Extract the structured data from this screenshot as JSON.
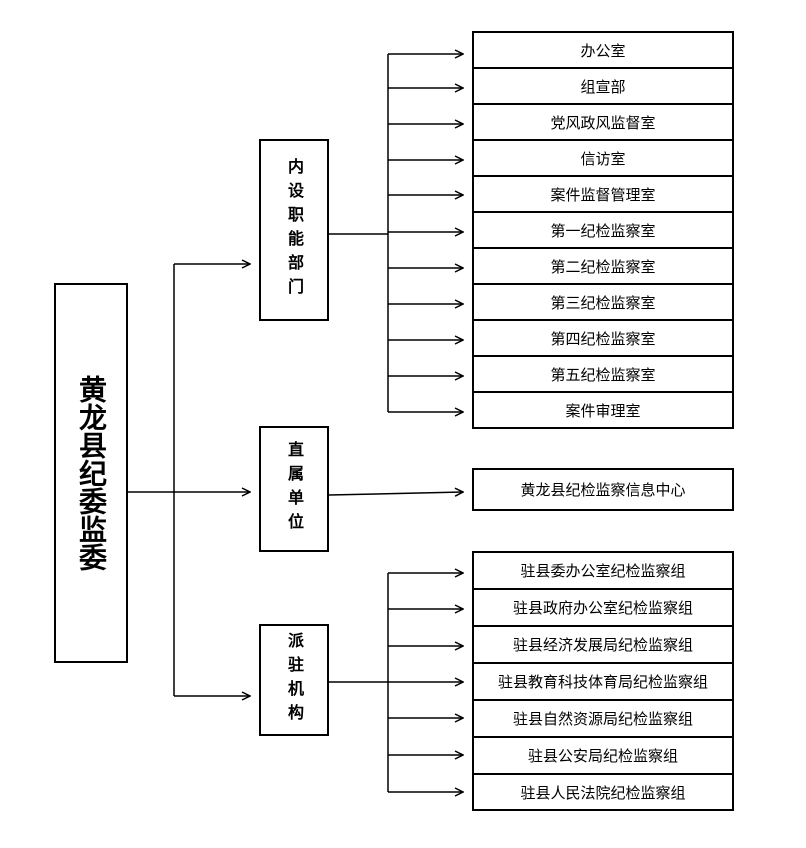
{
  "root": {
    "label": "黄龙县纪委监委"
  },
  "categories": [
    {
      "label": "内设职能部门",
      "children": [
        "办公室",
        "组宣部",
        "党风政风监督室",
        "信访室",
        "案件监督管理室",
        "第一纪检监察室",
        "第二纪检监察室",
        "第三纪检监察室",
        "第四纪检监察室",
        "第五纪检监察室",
        "案件审理室"
      ]
    },
    {
      "label": "直属单位",
      "children": [
        "黄龙县纪检监察信息中心"
      ]
    },
    {
      "label": "派驻机构",
      "children": [
        "驻县委办公室纪检监察组",
        "驻县政府办公室纪检监察组",
        "驻县经济发展局纪检监察组",
        "驻县教育科技体育局纪检监察组",
        "驻县自然资源局纪检监察组",
        "驻县公安局纪检监察组",
        "驻县人民法院纪检监察组"
      ]
    }
  ]
}
